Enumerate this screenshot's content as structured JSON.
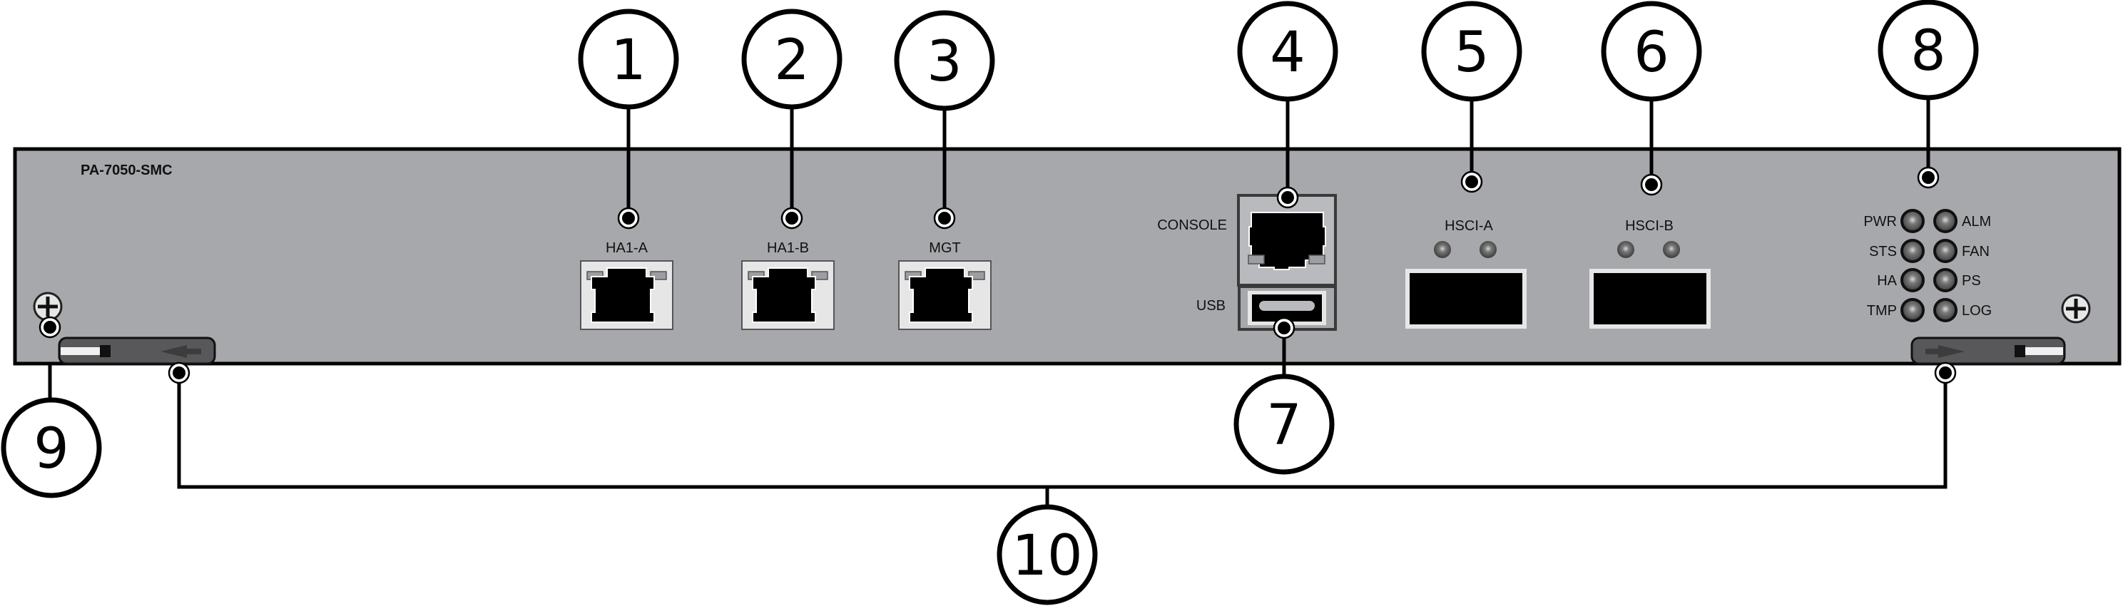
{
  "diagram": {
    "model_label": "PA-7050-SMC",
    "colors": {
      "panel_fill": "#a7a8ab",
      "panel_stroke": "#000000",
      "port_frame": "#e6e6e6",
      "port_hole": "#000000",
      "latch_fill": "#58585a",
      "led_fill": "#4a4a4a"
    },
    "ports": {
      "ha1a": "HA1-A",
      "ha1b": "HA1-B",
      "mgt": "MGT",
      "console": "CONSOLE",
      "usb": "USB",
      "hscia": "HSCI-A",
      "hscib": "HSCI-B"
    },
    "leds": {
      "left": [
        "PWR",
        "STS",
        "HA",
        "TMP"
      ],
      "right": [
        "ALM",
        "FAN",
        "PS",
        "LOG"
      ]
    },
    "callouts": [
      "1",
      "2",
      "3",
      "4",
      "5",
      "6",
      "7",
      "8",
      "9",
      "10"
    ],
    "callout_targets": {
      "1": "HA1-A port",
      "2": "HA1-B port",
      "3": "MGT port",
      "4": "CONSOLE port",
      "5": "HSCI-A port",
      "6": "HSCI-B port",
      "7": "USB port",
      "8": "Status LEDs",
      "9": "Captive screw",
      "10": "Ejector latches"
    }
  }
}
